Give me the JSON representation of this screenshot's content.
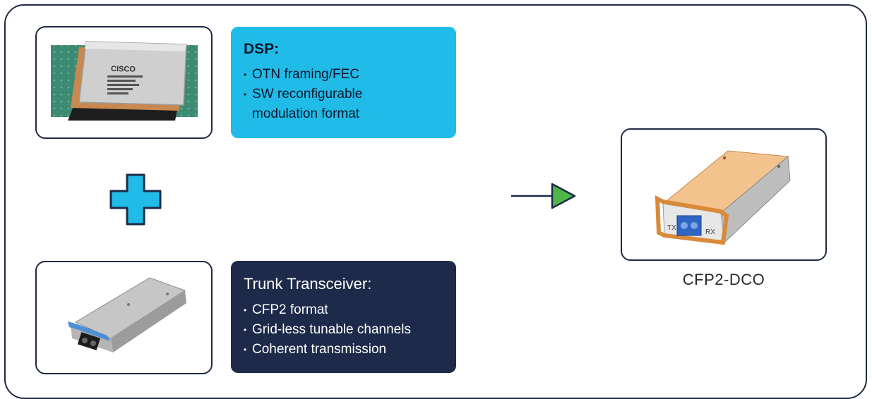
{
  "dsp": {
    "title": "DSP:",
    "bullets": [
      "OTN framing/FEC",
      "SW reconfigurable modulation format"
    ]
  },
  "trunk": {
    "title": "Trunk Transceiver:",
    "bullets": [
      "CFP2 format",
      "Grid-less tunable channels",
      "Coherent transmission"
    ]
  },
  "result": {
    "caption": "CFP2-DCO"
  },
  "chip": {
    "brand": "CISCO"
  },
  "module": {
    "tx_label": "TX",
    "rx_label": "RX"
  },
  "colors": {
    "accent_blue": "#20bbe6",
    "navy": "#1d2a4a",
    "arrow_green": "#4db848",
    "module_orange": "#f0a860"
  },
  "icons": {
    "plus": "plus-icon",
    "arrow": "arrow-right-icon"
  }
}
